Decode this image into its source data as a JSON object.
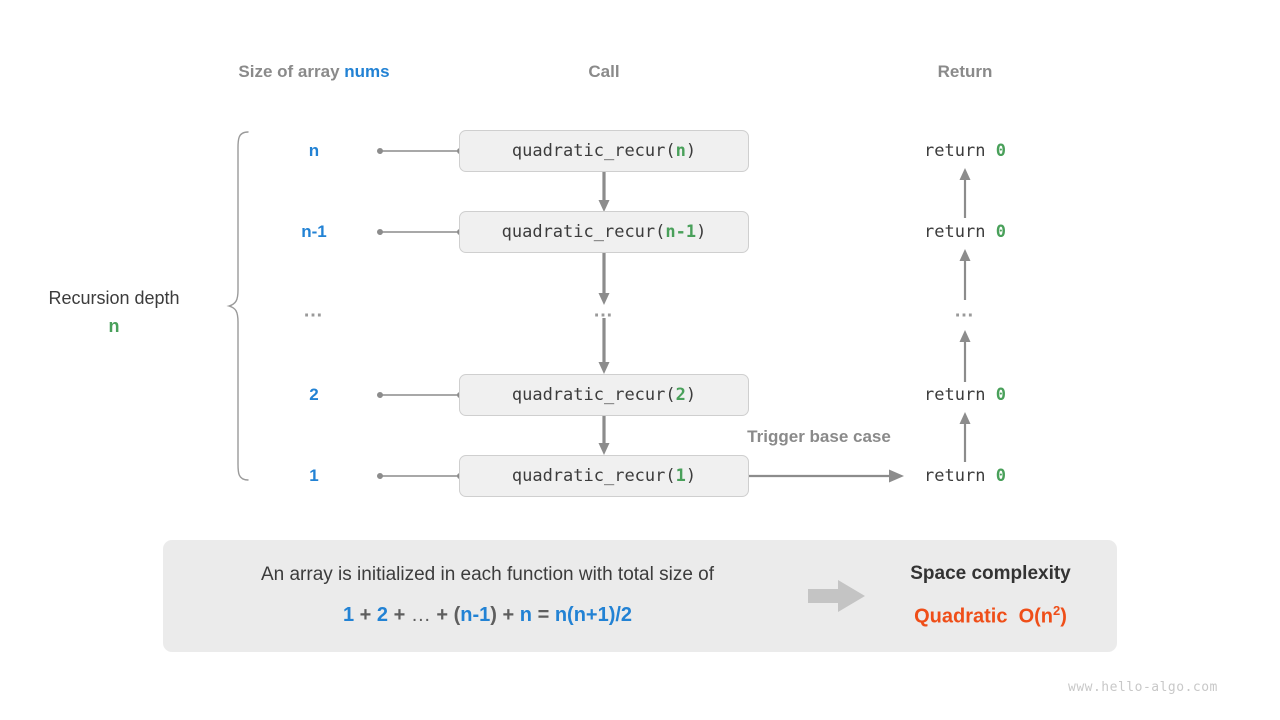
{
  "headers": {
    "size": {
      "prefix": "Size of array ",
      "keyword": "nums"
    },
    "call": "Call",
    "return": "Return"
  },
  "left_label": {
    "title": "Recursion depth",
    "value": "n"
  },
  "rows": [
    {
      "size": "n",
      "call_name": "quadratic_recur",
      "call_arg": "n",
      "return": "return ",
      "return_value": "0"
    },
    {
      "size": "n-1",
      "call_name": "quadratic_recur",
      "call_arg": "n-1",
      "return": "return ",
      "return_value": "0"
    },
    {
      "size": "…",
      "call_name": "…",
      "call_arg": "",
      "return": "…",
      "return_value": ""
    },
    {
      "size": "2",
      "call_name": "quadratic_recur",
      "call_arg": "2",
      "return": "return ",
      "return_value": "0"
    },
    {
      "size": "1",
      "call_name": "quadratic_recur",
      "call_arg": "1",
      "return": "return ",
      "return_value": "0"
    }
  ],
  "trigger_label": "Trigger base case",
  "summary": {
    "line1": "An array is initialized in each function with total size of",
    "formula": {
      "t1": "1",
      "op1": "+",
      "t2": "2",
      "op2": "+",
      "dots": "…",
      "op3": "+",
      "lparen": "(",
      "t3": "n-1",
      "rparen": ")",
      "op4": "+",
      "t4": "n",
      "eq": "=",
      "result": "n(n+1)/2"
    },
    "complexity_title": "Space complexity",
    "complexity_kind": "Quadratic",
    "complexity_big_o_prefix": "O(n",
    "complexity_big_o_exp": "2",
    "complexity_big_o_suffix": ")"
  },
  "watermark": "www.hello-algo.com",
  "colors": {
    "blue": "#2282d4",
    "green": "#49a05a",
    "orange": "#ef4e18",
    "gray_header": "#8a8a8a",
    "box_fill": "#f0f0f0",
    "panel_fill": "#ebebeb",
    "line": "#8c8c8c"
  }
}
